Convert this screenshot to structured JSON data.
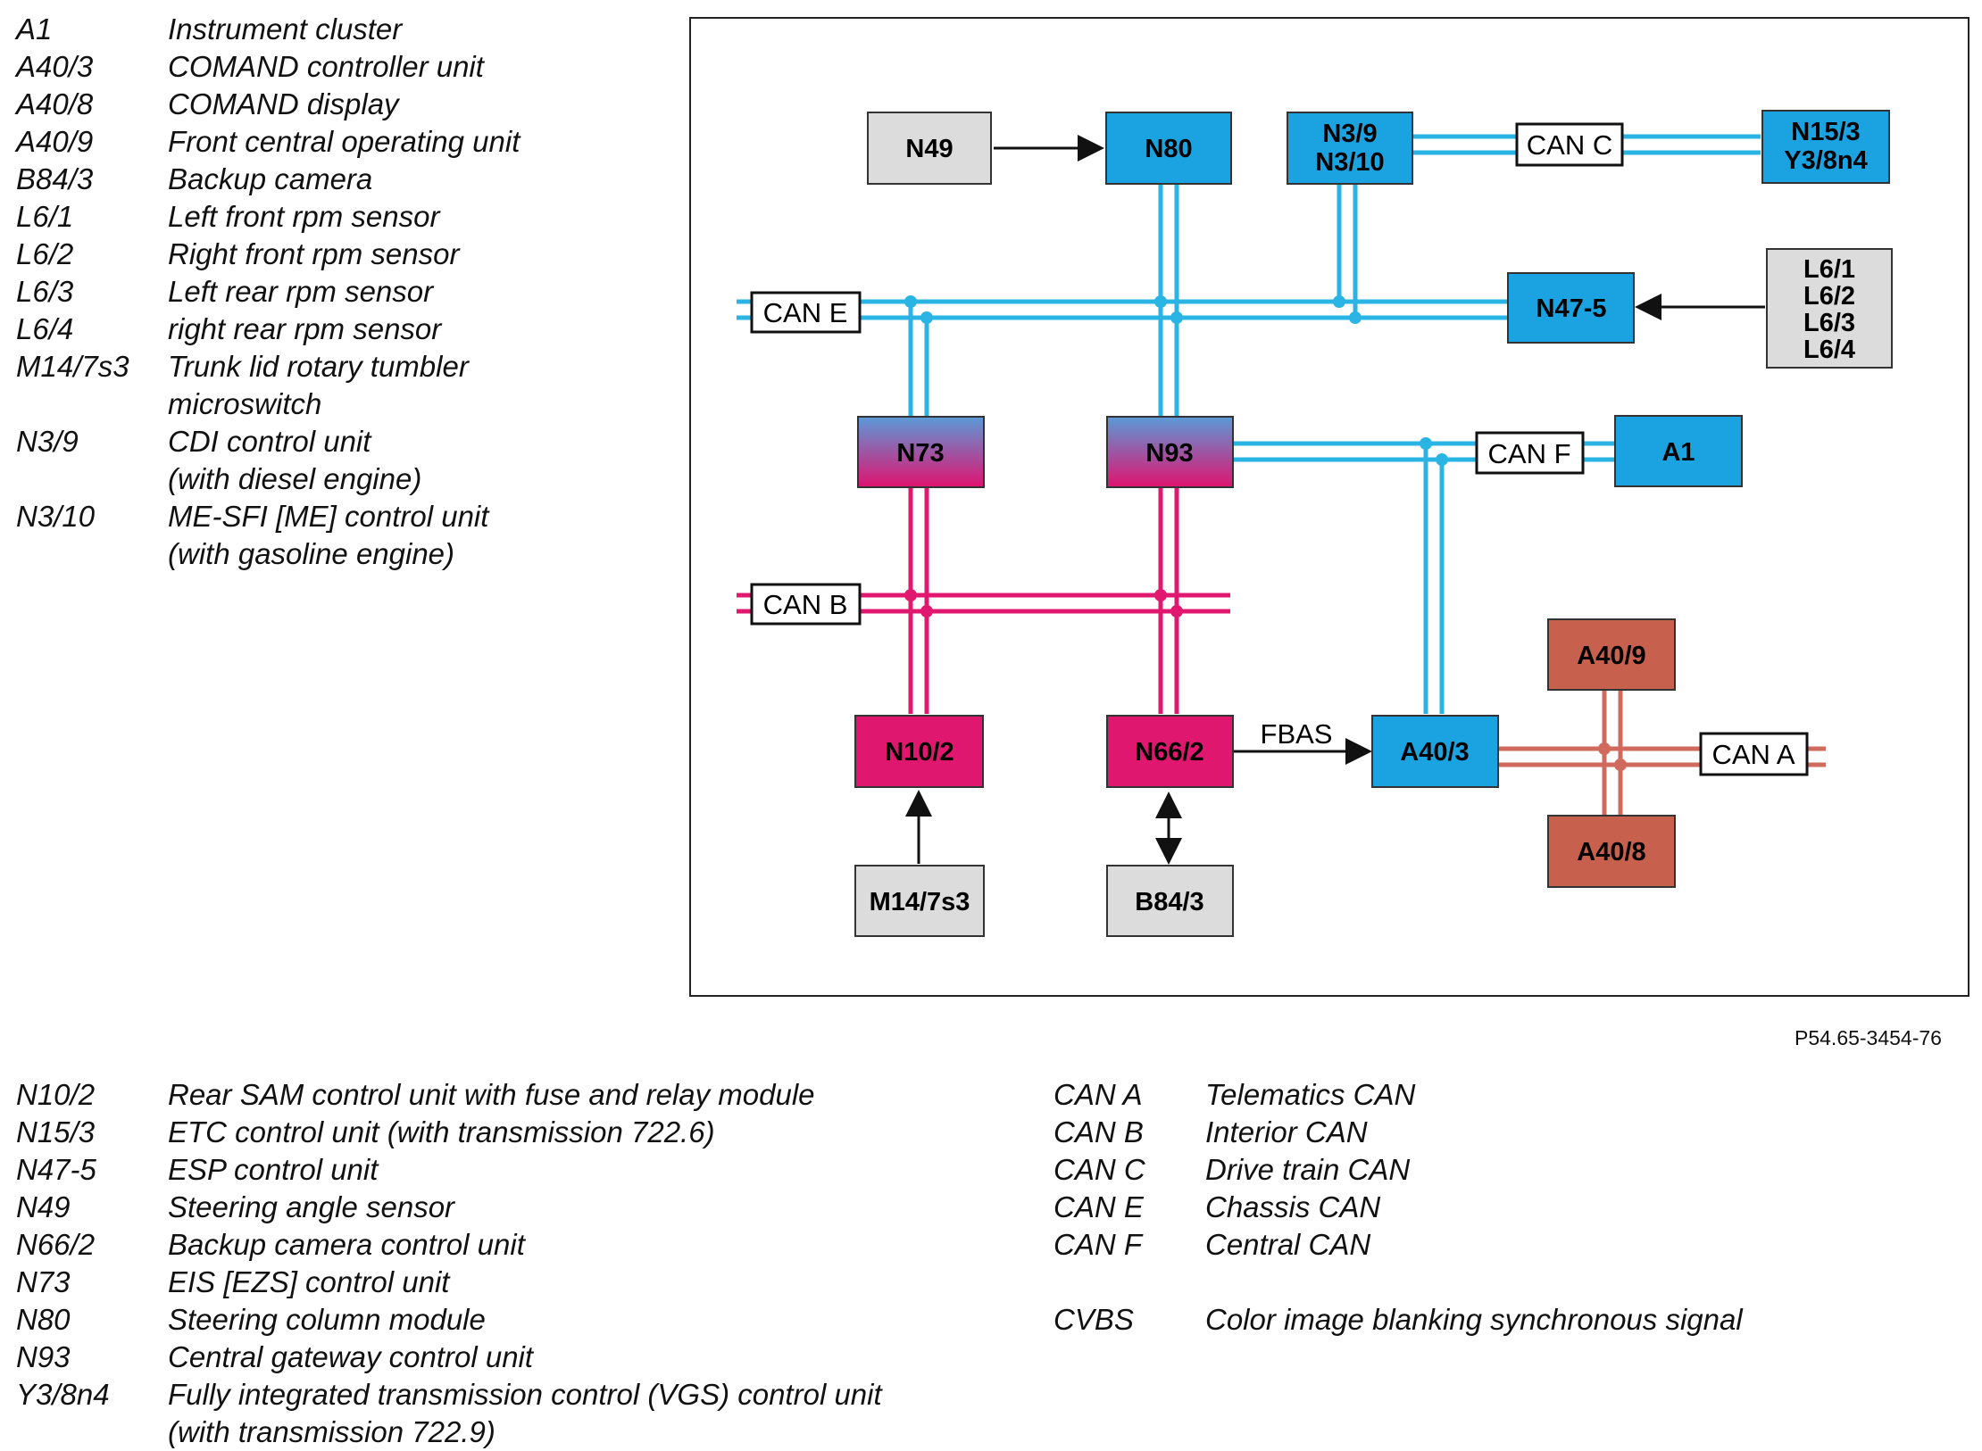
{
  "legend_top": [
    {
      "code": "A1",
      "desc": "Instrument cluster"
    },
    {
      "code": "A40/3",
      "desc": "COMAND controller unit"
    },
    {
      "code": "A40/8",
      "desc": "COMAND display"
    },
    {
      "code": "A40/9",
      "desc": "Front central operating unit"
    },
    {
      "code": "B84/3",
      "desc": "Backup camera"
    },
    {
      "code": "L6/1",
      "desc": "Left front rpm sensor"
    },
    {
      "code": "L6/2",
      "desc": "Right front rpm sensor"
    },
    {
      "code": "L6/3",
      "desc": "Left rear rpm sensor"
    },
    {
      "code": "L6/4",
      "desc": "right rear rpm sensor"
    },
    {
      "code": "M14/7s3",
      "desc": "Trunk lid rotary tumbler",
      "desc2": "microswitch"
    },
    {
      "code": "N3/9",
      "desc": "CDI control unit",
      "desc2": "(with diesel engine)"
    },
    {
      "code": "N3/10",
      "desc": "ME-SFI [ME] control unit",
      "desc2": "(with gasoline engine)"
    }
  ],
  "legend_bottom_left": [
    {
      "code": "N10/2",
      "desc": "Rear SAM control unit with fuse and relay module"
    },
    {
      "code": "N15/3",
      "desc": "ETC control unit (with transmission 722.6)"
    },
    {
      "code": "N47-5",
      "desc": "ESP control unit"
    },
    {
      "code": "N49",
      "desc": "Steering angle sensor"
    },
    {
      "code": "N66/2",
      "desc": "Backup camera control unit"
    },
    {
      "code": "N73",
      "desc": "EIS [EZS] control unit"
    },
    {
      "code": "N80",
      "desc": "Steering column module"
    },
    {
      "code": "N93",
      "desc": "Central gateway control unit"
    },
    {
      "code": "Y3/8n4",
      "desc": "Fully integrated transmission control (VGS) control unit",
      "desc2": "(with transmission 722.9)"
    }
  ],
  "legend_bottom_right": [
    {
      "code": "CAN A",
      "desc": "Telematics CAN"
    },
    {
      "code": "CAN B",
      "desc": "Interior CAN"
    },
    {
      "code": "CAN C",
      "desc": "Drive train CAN"
    },
    {
      "code": "CAN E",
      "desc": "Chassis CAN"
    },
    {
      "code": "CAN F",
      "desc": "Central CAN"
    },
    {
      "code": "",
      "desc": ""
    },
    {
      "code": "CVBS",
      "desc": "Color image blanking synchronous signal"
    }
  ],
  "reference_code": "P54.65-3454-76",
  "colors": {
    "blue": "#1aa3e0",
    "pink_top": "#5a9ad8",
    "pink_bottom": "#e0136f",
    "magenta": "#e0176f",
    "rust": "#c8604e",
    "gray": "#dcdcdc",
    "line_blue": "#2ab4e3",
    "line_pink": "#e0186f",
    "line_rust": "#cf6a5c"
  },
  "diagram": {
    "boxes": {
      "N49": "N49",
      "N80": "N80",
      "N3_9": "N3/9",
      "N3_10": "N3/10",
      "N15_3": "N15/3",
      "Y3_8n4": "Y3/8n4",
      "N47_5": "N47-5",
      "L6_1": "L6/1",
      "L6_2": "L6/2",
      "L6_3": "L6/3",
      "L6_4": "L6/4",
      "N73": "N73",
      "N93": "N93",
      "A1": "A1",
      "N10_2": "N10/2",
      "N66_2": "N66/2",
      "A40_3": "A40/3",
      "A40_9": "A40/9",
      "A40_8": "A40/8",
      "M14_7s3": "M14/7s3",
      "B84_3": "B84/3"
    },
    "bus_labels": {
      "can_a": "CAN A",
      "can_b": "CAN B",
      "can_c": "CAN C",
      "can_e": "CAN E",
      "can_f": "CAN F"
    },
    "signal_label": "FBAS"
  }
}
